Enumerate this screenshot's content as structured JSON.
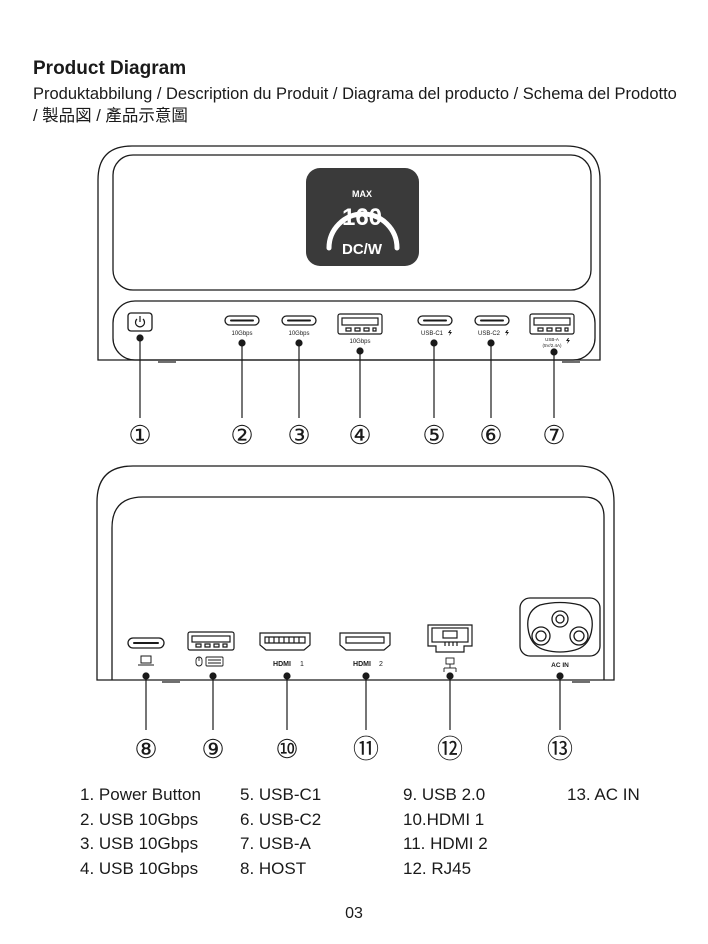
{
  "header": {
    "title": "Product Diagram",
    "subtitle": "Produktabbilung / Description du Produit / Diagrama del producto / Schema del Prodotto / 製品図 / 產品示意圖"
  },
  "display": {
    "line1": "MAX",
    "line2": "160",
    "line3": "DC/W"
  },
  "port_labels": {
    "usb_10gbps_1": "10Gbps",
    "usb_10gbps_2": "10Gbps",
    "usb_a_10gbps": "10Gbps",
    "usb_c1": "USB-C1",
    "usb_c2": "USB-C2",
    "usb_a_fast": "USB-A",
    "usb_a_fast_spec": "(5V/2.4A)",
    "hdmi1": "1",
    "hdmi2": "2",
    "hdmi_logo": "HDMI",
    "ac_in": "AC IN"
  },
  "callouts": [
    "①",
    "②",
    "③",
    "④",
    "⑤",
    "⑥",
    "⑦",
    "⑧",
    "⑨",
    "⑩",
    "⑪",
    "⑫",
    "⑬"
  ],
  "legend": {
    "col1": [
      "1. Power Button",
      "2. USB 10Gbps",
      "3. USB 10Gbps",
      "4. USB 10Gbps"
    ],
    "col2": [
      "5. USB-C1",
      "6. USB-C2",
      "7. USB-A",
      "8. HOST"
    ],
    "col3": [
      "9. USB 2.0",
      "10.HDMI 1",
      "11. HDMI 2",
      "12. RJ45"
    ],
    "col4": [
      "13. AC IN"
    ]
  },
  "page_number": "03",
  "colors": {
    "line": "#1a1a1a",
    "display_bg": "#3a3a3a",
    "display_ring": "#ffffff"
  }
}
